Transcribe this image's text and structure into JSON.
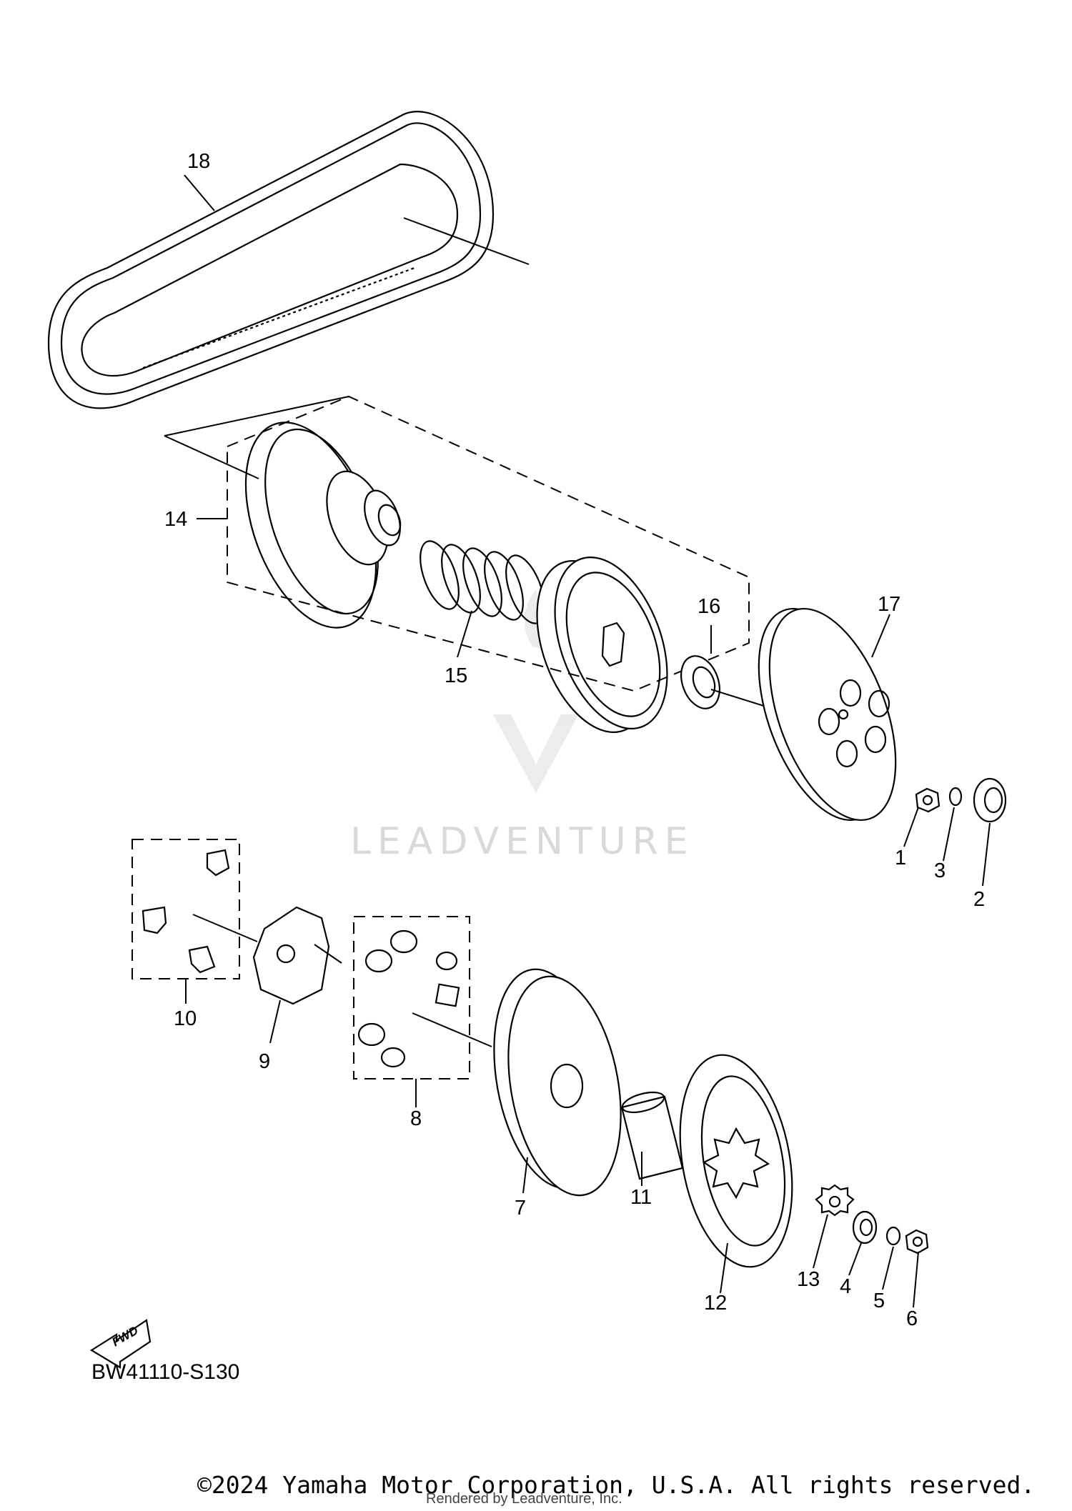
{
  "diagram_code": "BW41110-S130",
  "copyright": "©2024 Yamaha Motor Corporation, U.S.A. All rights reserved.",
  "rendered_by": "Rendered by Leadventure, Inc.",
  "watermark": "LEADVENTURE",
  "fwd_label": "FWD",
  "callouts": {
    "n1": "1",
    "n2": "2",
    "n3": "3",
    "n4": "4",
    "n5": "5",
    "n6": "6",
    "n7": "7",
    "n8": "8",
    "n9": "9",
    "n10": "10",
    "n11": "11",
    "n12": "12",
    "n13": "13",
    "n14": "14",
    "n15": "15",
    "n16": "16",
    "n17": "17",
    "n18": "18"
  }
}
